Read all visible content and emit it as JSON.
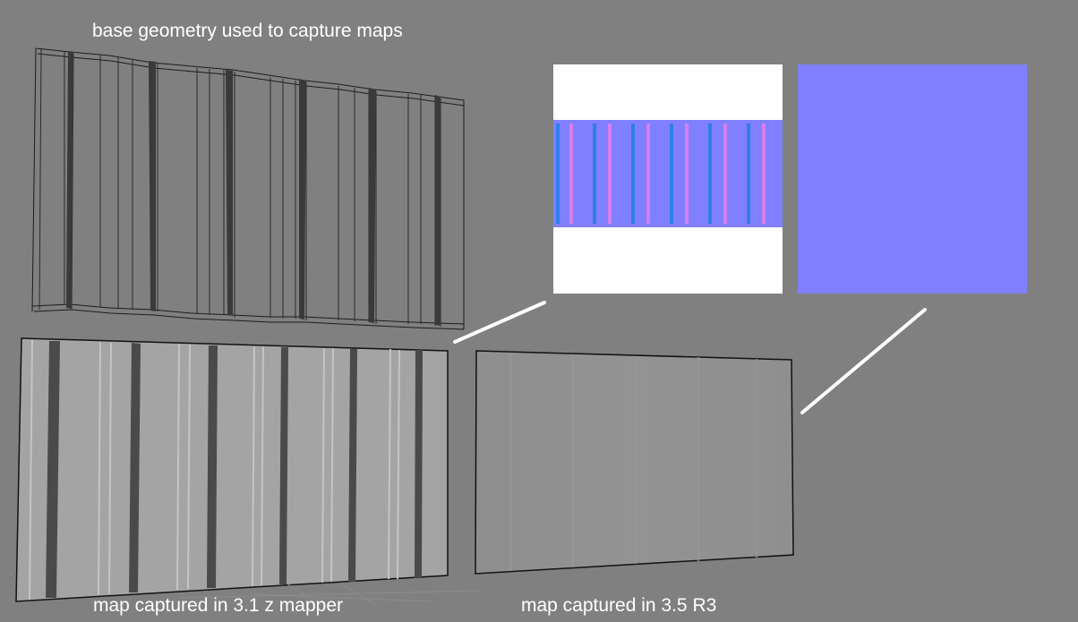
{
  "labels": {
    "base_geometry": "base geometry used to capture maps",
    "map_3_1": "map captured in 3.1 z mapper",
    "map_3_5": "map captured in 3.5 R3"
  },
  "colors": {
    "background": "#808080",
    "normal_base": "#8080ff",
    "normal_blue_stripe": "#2f7fe8",
    "normal_pink_stripe": "#d47ef0",
    "white": "#ffffff"
  }
}
